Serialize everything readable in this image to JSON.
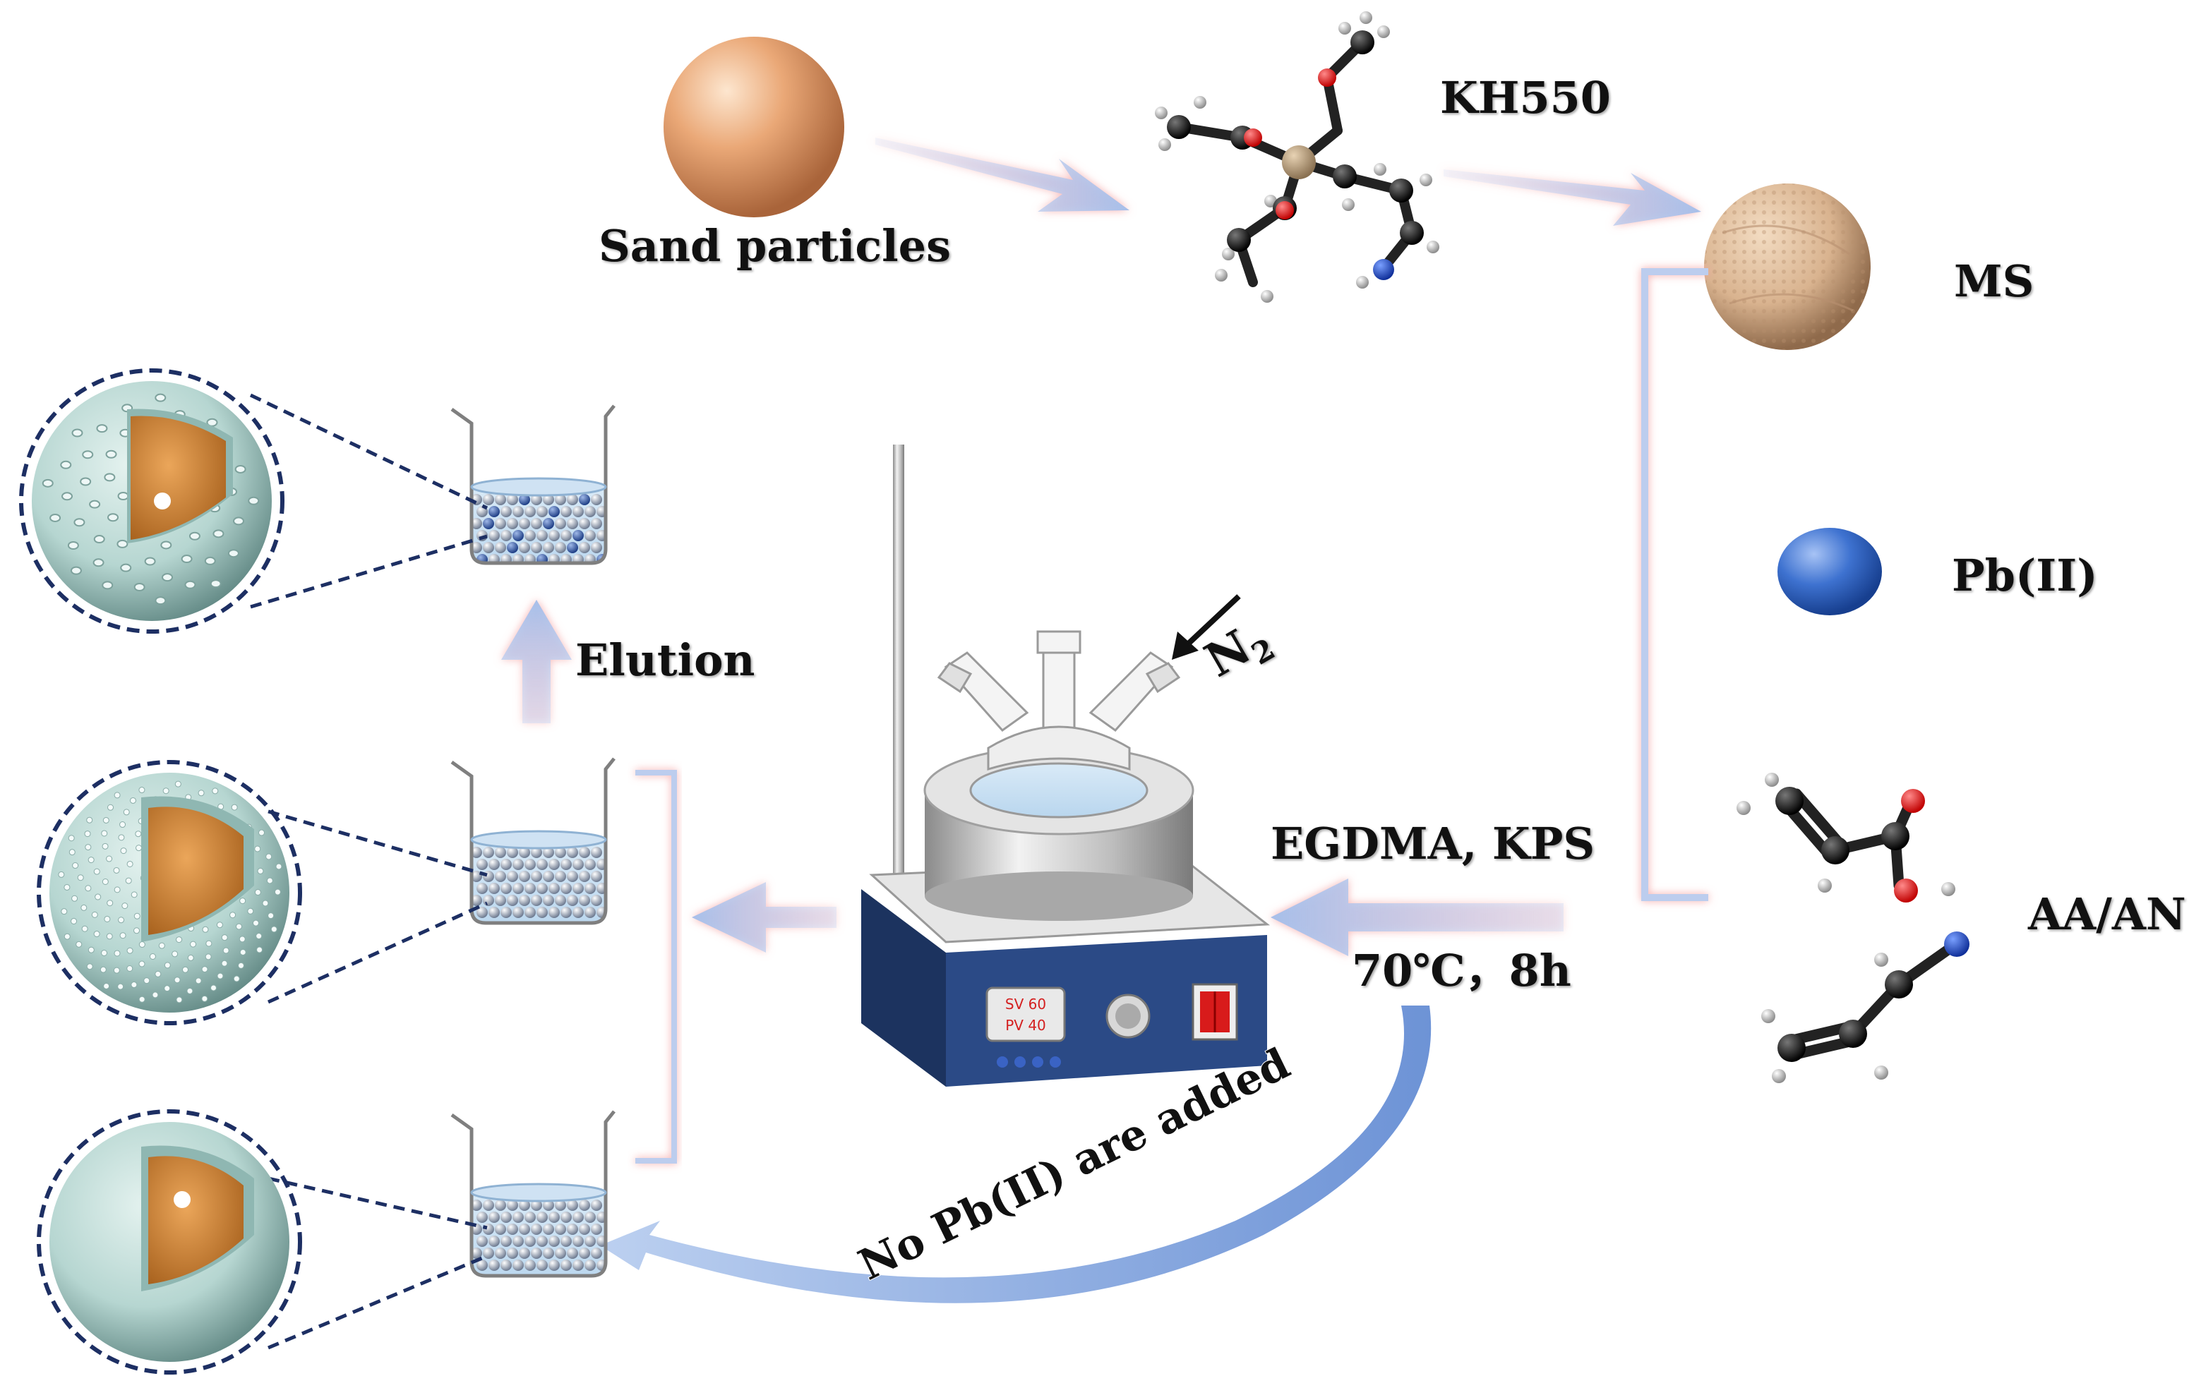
{
  "labels": {
    "sand_particles": "Sand particles",
    "kh550": "KH550",
    "ms": "MS",
    "pb": "Pb(II)",
    "aa_an": "AA/AN",
    "elution": "Elution",
    "egdma_kps": "EGDMA, KPS",
    "conditions": "70℃，8h",
    "no_pb": "No Pb(II) are added",
    "n2": "N",
    "n2_sub": "2"
  },
  "hotplate_display": {
    "sv": "SV 60",
    "pv": "PV 40"
  },
  "colors": {
    "arrow_blue": "#a9c2ea",
    "arrow_pink_glow": "#f7b7b7",
    "sand": "#e9a877",
    "shell": "#b8d8d4",
    "core": "#c97d2f",
    "pb_blue": "#2f63c8",
    "hotplate_body": "#233d73",
    "metal": "#c8c8c8"
  }
}
